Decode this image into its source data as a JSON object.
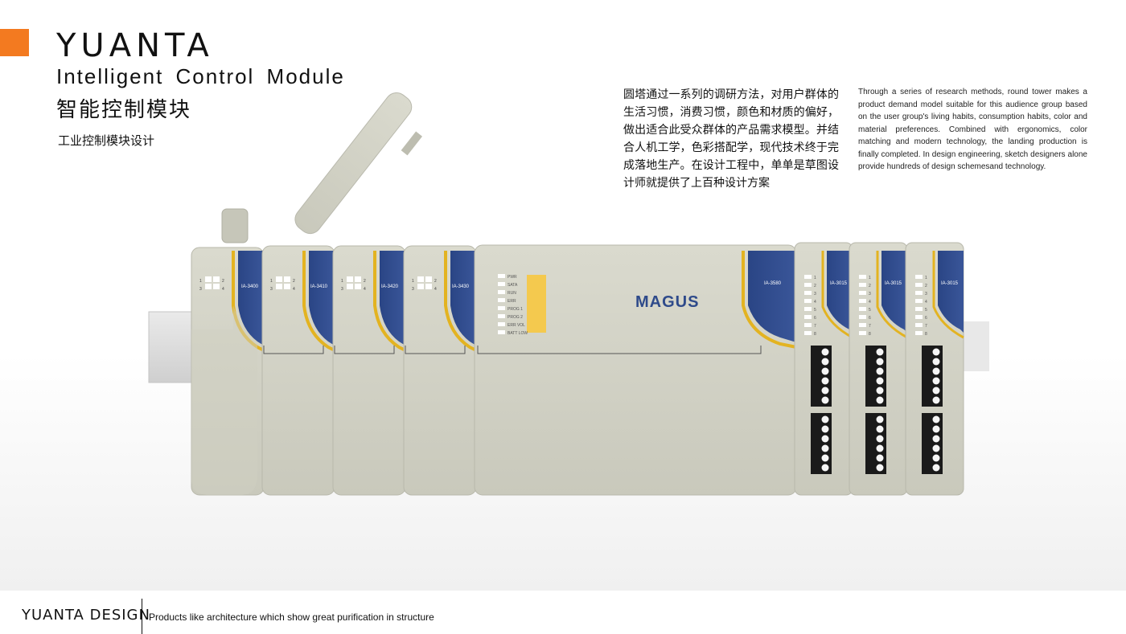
{
  "header": {
    "brand": "YUANTA",
    "subtitle_en": "Intelligent Control Module",
    "subtitle_cn": "智能控制模块",
    "tagline_cn": "工业控制模块设计"
  },
  "description": {
    "cn": "圆塔通过一系列的调研方法，对用户群体的生活习惯，消费习惯，颜色和材质的偏好，做出适合此受众群体的产品需求模型。并结合人机工学，色彩搭配学，现代技术终于完成落地生产。在设计工程中，单单是草图设计师就提供了上百种设计方案",
    "en": "Through a series of research methods, round tower makes a product demand model suitable for this audience group based on the user group's living habits, consumption habits, color and material preferences. Combined with ergonomics, color matching and modern technology, the landing production is finally completed. In design engineering, sketch designers alone provide hundreds of design schemesand technology."
  },
  "product": {
    "logo": "MAGUS",
    "modules": [
      {
        "label": "IA-3400"
      },
      {
        "label": "IA-3410"
      },
      {
        "label": "IA-3420"
      },
      {
        "label": "IA-3430"
      },
      {
        "label": "IA-3580"
      },
      {
        "label": "IA-3015"
      },
      {
        "label": "IA-3015"
      },
      {
        "label": "IA-3015"
      }
    ],
    "status_leds": [
      "PWR",
      "SATA",
      "RUN",
      "ERR",
      "PROG 1",
      "PROG 2",
      "ERR VOL",
      "BATT LOW"
    ],
    "channel_numbers": [
      "1",
      "2",
      "3",
      "4",
      "5",
      "6",
      "7",
      "8"
    ],
    "quad_numbers": [
      "1",
      "2",
      "3",
      "4"
    ],
    "colors": {
      "body": "#d3d3c6",
      "blue": "#2e4a8a",
      "yellow": "#e3b321",
      "led_panel": "#f4c94e"
    }
  },
  "footer": {
    "brand": "YUANTA DESIGN",
    "slogan": "Products like architecture which show great purification in structure"
  }
}
